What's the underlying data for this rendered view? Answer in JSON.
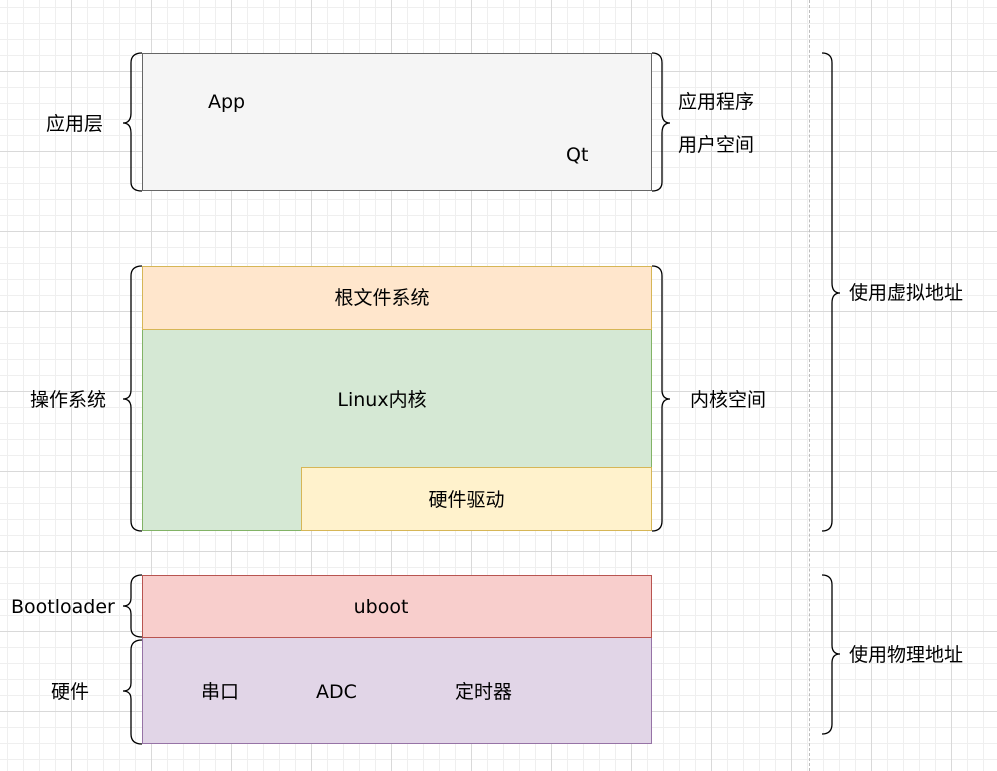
{
  "left_labels": {
    "app_layer": "应用层",
    "os": "操作系统",
    "bootloader": "Bootloader",
    "hardware": "硬件"
  },
  "blocks": {
    "app": {
      "label_app": "App",
      "label_qt": "Qt",
      "color": "#f5f5f5"
    },
    "rootfs": {
      "label": "根文件系统",
      "color": "#ffe6cc"
    },
    "kernel": {
      "label": "Linux内核",
      "color": "#d5e8d4"
    },
    "driver": {
      "label": "硬件驱动",
      "color": "#fff2cc"
    },
    "uboot": {
      "label": "uboot",
      "color": "#f8cecc"
    },
    "hardware": {
      "label_serial": "串口",
      "label_adc": "ADC",
      "label_timer": "定时器",
      "color": "#e1d5e7"
    }
  },
  "right_labels": {
    "app_program": "应用程序",
    "user_space": "用户空间",
    "kernel_space": "内核空间"
  },
  "far_right_labels": {
    "virtual_address": "使用虚拟地址",
    "physical_address": "使用物理地址"
  }
}
